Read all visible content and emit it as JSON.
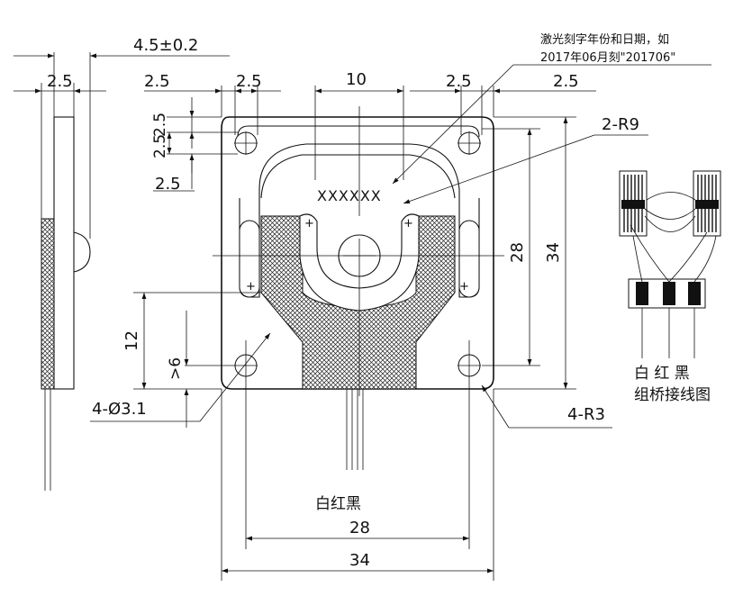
{
  "dimensions": {
    "side_thickness": "4.5±0.2",
    "side_offset": "2.5",
    "left_edge": "2.5",
    "left_hole": "2.5",
    "center_gap": "10",
    "right_hole": "2.5",
    "right_edge": "2.5",
    "top_edge": "2.5",
    "top_hole": "2.5",
    "lower_hole": "2.5",
    "inner_height": "28",
    "outer_height": "34",
    "slot_height": "12",
    "hole_offset": ">6",
    "bottom_inner": "28",
    "bottom_outer": "34",
    "hole_diameter": "4-Ø3.1",
    "corner_radius_small": "4-R3",
    "corner_radius_large": "2-R9"
  },
  "annotations": {
    "laser_note_line1": "激光刻字年份和日期，如",
    "laser_note_line2": "2017年06月刻\"201706\"",
    "laser_mark": "XXXXXX",
    "wire_colors": "白红黑",
    "bridge_colors_line1": "白 红 黑",
    "bridge_colors_line2": "组桥接线图"
  },
  "symbols": {
    "plus": "+"
  }
}
